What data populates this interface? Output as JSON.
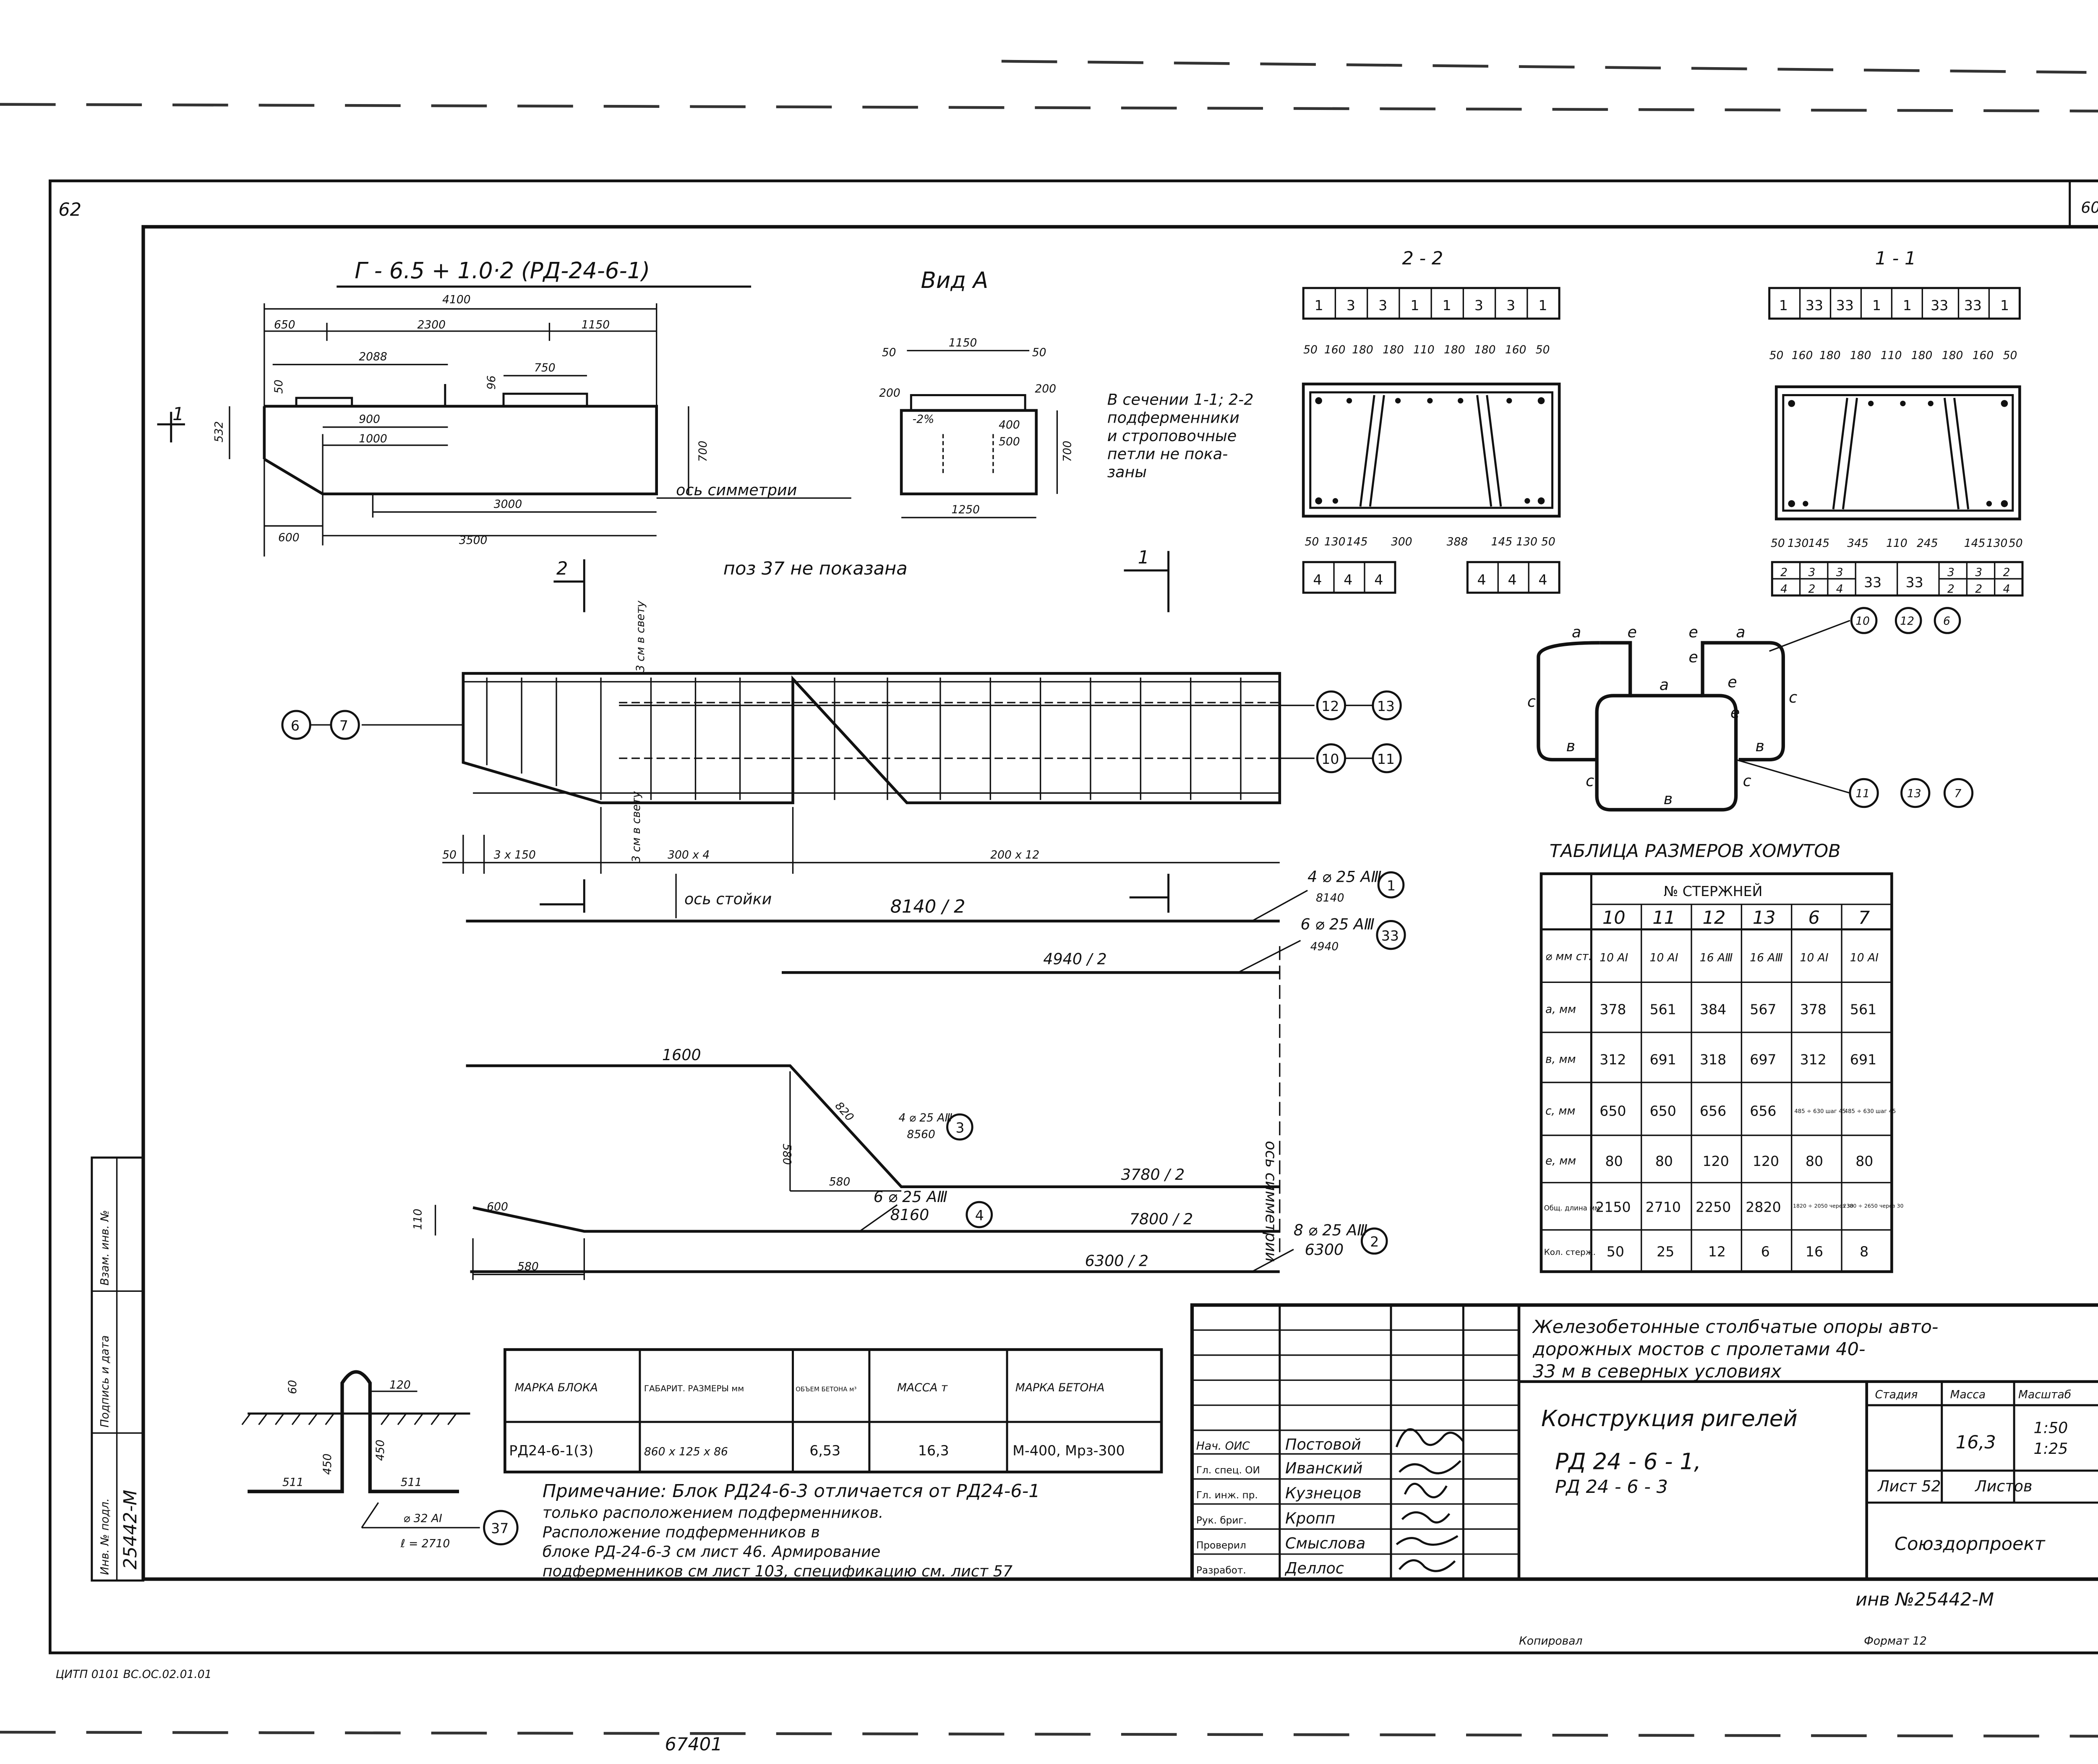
{
  "sheet": {
    "corner_left": "62",
    "corner_right": "60",
    "footer_left": "ЦИТП 0101 ВС.ОС.02.01.01",
    "footer_copied": "Копировал",
    "footer_format": "Формат 12",
    "bottom_scribble": "67401",
    "inv_number": "инв №25442-М"
  },
  "side_stamp": {
    "labels": [
      "Инв. № подл.",
      "Подпись и дата",
      "Взам. инв. №"
    ],
    "inv": "25442-М"
  },
  "elevation": {
    "title": "Г - 6.5 + 1.0·2 (РД-24-6-1)",
    "dims": {
      "total": "4100",
      "left": "650",
      "mid": "2300",
      "right": "1150",
      "d2088": "2088",
      "d750": "750",
      "d900": "900",
      "d1000": "1000",
      "d3000": "3000",
      "d3500": "3500",
      "d600": "600",
      "h50": "50",
      "h96": "96",
      "h532": "532",
      "h700": "700"
    },
    "sym_axis": "ось симметрии",
    "section_mark": "1"
  },
  "side_view": {
    "title": "Вид А",
    "dims": {
      "d50a": "50",
      "d1150": "1150",
      "d50b": "50",
      "d200a": "200",
      "d200b": "200",
      "d400": "400",
      "d500": "500",
      "d700": "700",
      "d1250": "1250",
      "slope": "-2%"
    },
    "note": [
      "В сечении 1-1; 2-2",
      "подферменники",
      "и строповочные",
      "петли не пока-",
      "заны"
    ]
  },
  "section22": {
    "title": "2 - 2",
    "top_row": [
      "1",
      "3",
      "3",
      "1",
      "1",
      "3",
      "3",
      "1"
    ],
    "top_dims": [
      "50",
      "160",
      "180",
      "180",
      "110",
      "180",
      "180",
      "160",
      "50"
    ],
    "bottom_dims": [
      "50",
      "130",
      "145",
      "300",
      "388",
      "145",
      "130",
      "50"
    ],
    "bottom_left": [
      "4",
      "4",
      "4"
    ],
    "bottom_right": [
      "4",
      "4",
      "4"
    ]
  },
  "section11": {
    "title": "1 - 1",
    "top_row": [
      "1",
      "33",
      "33",
      "1",
      "1",
      "33",
      "33",
      "1"
    ],
    "top_dims": [
      "50",
      "160",
      "180",
      "180",
      "110",
      "180",
      "180",
      "160",
      "50"
    ],
    "bottom_dims": [
      "50",
      "130",
      "145",
      "345",
      "110",
      "245",
      "145",
      "130",
      "50"
    ],
    "bottom_row1": [
      "2",
      "3",
      "3",
      "33",
      "33",
      "3",
      "3",
      "2"
    ],
    "bottom_row2": [
      "4",
      "2",
      "4",
      "2",
      "2",
      "4"
    ]
  },
  "rebar_plan": {
    "note": "поз 37 не показана",
    "vertical_label": "3 см в свету",
    "bottom_label": "3 см в свету",
    "dims": [
      "50",
      "3 x 150",
      "300 x 4",
      "200 x 12"
    ],
    "axis": "ось стойки",
    "callouts": [
      "6",
      "7",
      "12",
      "13",
      "10",
      "11"
    ],
    "section_marks": [
      "2",
      "1"
    ]
  },
  "bars": {
    "b1_label": "4 ⌀ 25 АⅢ",
    "b1_length": "8140",
    "b1_pos": "1",
    "b1_dim": "8140 / 2",
    "b33_label": "6 ⌀ 25 АⅢ",
    "b33_length": "4940",
    "b33_pos": "33",
    "b33_dim": "4940 / 2",
    "b3_label": "4 ⌀ 25 АⅢ",
    "b3_length": "8560",
    "b3_pos": "3",
    "b3_d1600": "1600",
    "b3_d820": "820",
    "b3_d580": "580",
    "b3_d580b": "580",
    "b3_dim": "3780 / 2",
    "b4_label": "6 ⌀ 25 АⅢ",
    "b4_length": "8160",
    "b4_pos": "4",
    "b4_d600": "600",
    "b4_d110": "110",
    "b4_d580": "580",
    "b4_dim": "7800 / 2",
    "b2_label": "8 ⌀ 25 АⅢ",
    "b2_length": "6300",
    "b2_pos": "2",
    "b2_dim": "6300 / 2",
    "sym_axis_vertical": "ось симметрии"
  },
  "stirrup": {
    "letters": {
      "a": "а",
      "b": "в",
      "c": "с",
      "e": "е"
    },
    "pos_top": [
      "10",
      "12",
      "6"
    ],
    "pos_bottom": [
      "11",
      "13",
      "7"
    ]
  },
  "loop37": {
    "d60": "60",
    "d120": "120",
    "d450a": "450",
    "d450b": "450",
    "d511a": "511",
    "d511b": "511",
    "bar": "⌀ 32 АⅠ",
    "length": "ℓ = 2710",
    "pos": "37"
  },
  "stirrup_table": {
    "title": "ТАБЛИЦА РАЗМЕРОВ ХОМУТОВ",
    "group_header": "№ СТЕРЖНЕЙ",
    "columns": [
      "10",
      "11",
      "12",
      "13",
      "6",
      "7"
    ],
    "rows": [
      {
        "label": "⌀ мм ст.",
        "cells": [
          "10 АⅠ",
          "10 АⅠ",
          "16 АⅢ",
          "16 АⅢ",
          "10 АⅠ",
          "10 АⅠ"
        ]
      },
      {
        "label": "а, мм",
        "cells": [
          "378",
          "561",
          "384",
          "567",
          "378",
          "561"
        ]
      },
      {
        "label": "в, мм",
        "cells": [
          "312",
          "691",
          "318",
          "697",
          "312",
          "691"
        ]
      },
      {
        "label": "с, мм",
        "cells": [
          "650",
          "650",
          "656",
          "656",
          "485 ÷ 630 шаг 45",
          "485 ÷ 630 шаг 45"
        ]
      },
      {
        "label": "е, мм",
        "cells": [
          "80",
          "80",
          "120",
          "120",
          "80",
          "80"
        ]
      },
      {
        "label": "Общ. длина мм",
        "cells": [
          "2150",
          "2710",
          "2250",
          "2820",
          "1820 ÷ 2050 через 30",
          "2380 ÷ 2650 через 30"
        ]
      },
      {
        "label": "Кол. стерж.",
        "cells": [
          "50",
          "25",
          "12",
          "6",
          "16",
          "8"
        ]
      }
    ]
  },
  "block_table": {
    "headers": [
      "МАРКА БЛОКА",
      "ГАБАРИТ. РАЗМЕРЫ мм",
      "ОБЪЕМ БЕТОНА м³",
      "МАССА т",
      "МАРКА БЕТОНА"
    ],
    "row": [
      "РД24-6-1(3)",
      "860 x 125 x 86",
      "6,53",
      "16,3",
      "М-400, Мрз-300"
    ]
  },
  "note": [
    "Примечание: Блок РД24-6-3 отличается от РД24-6-1",
    "только расположением подферменников.",
    "Расположение подферменников в",
    "блоке РД-24-6-3 см лист 46. Армирование",
    "подферменников см лист 103, спецификацию см. лист 57"
  ],
  "title_block": {
    "title": [
      "Железобетонные столбчатые опоры авто-",
      "дорожных мостов с пролетами 40-",
      "33 м в северных условиях"
    ],
    "drawing_name": "Конструкция ригелей",
    "marks": [
      "РД 24 - 6 - 1,",
      "РД 24 - 6 - 3"
    ],
    "h_stage": "Стадия",
    "h_mass": "Масса",
    "h_scale": "Масштаб",
    "mass": "16,3",
    "scale1": "1:50",
    "scale2": "1:25",
    "sheet": "Лист 52",
    "sheets": "Листов",
    "org": "Союздорпроект",
    "roles": [
      "Нач. ОИС",
      "Гл. спец. ОИ",
      "Гл. инж. пр.",
      "Рук. бриг.",
      "Проверил",
      "Разработ."
    ],
    "names": [
      "Постовой",
      "Иванский",
      "Кузнецов",
      "Кропп",
      "Смыслова",
      "Деллос"
    ]
  }
}
